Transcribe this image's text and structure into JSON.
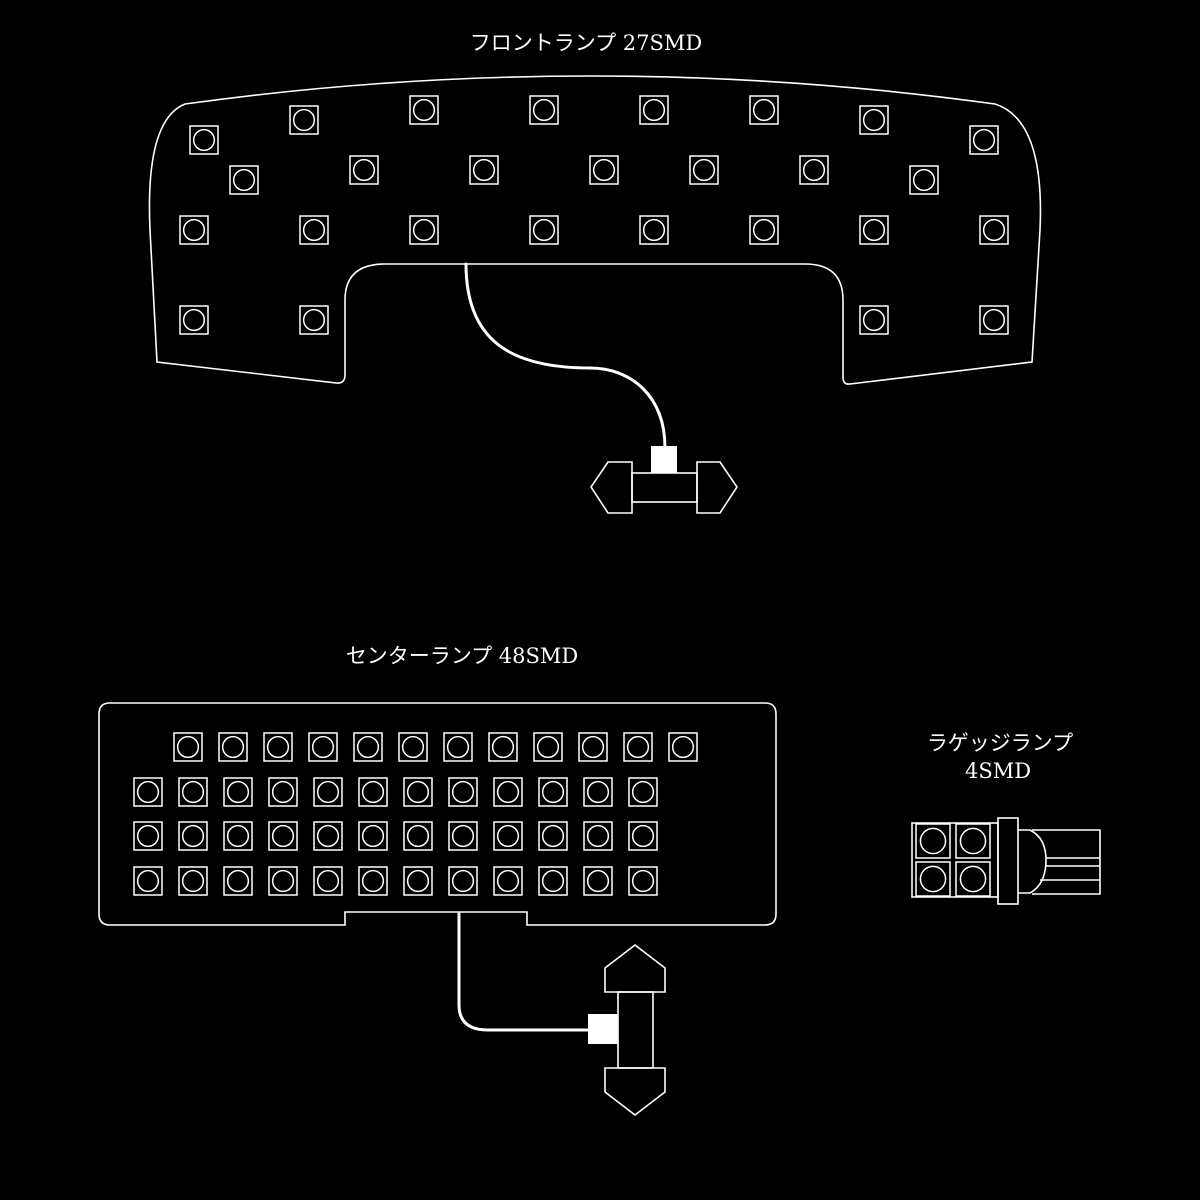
{
  "front_lamp": {
    "title": "フロントランプ 27SMD"
  },
  "center_lamp": {
    "title": "センターランプ 48SMD"
  },
  "luggage_lamp": {
    "title_line1": "ラゲッジランプ",
    "title_line2": "4SMD"
  },
  "colors": {
    "background": "#000000",
    "line": "#ffffff"
  }
}
